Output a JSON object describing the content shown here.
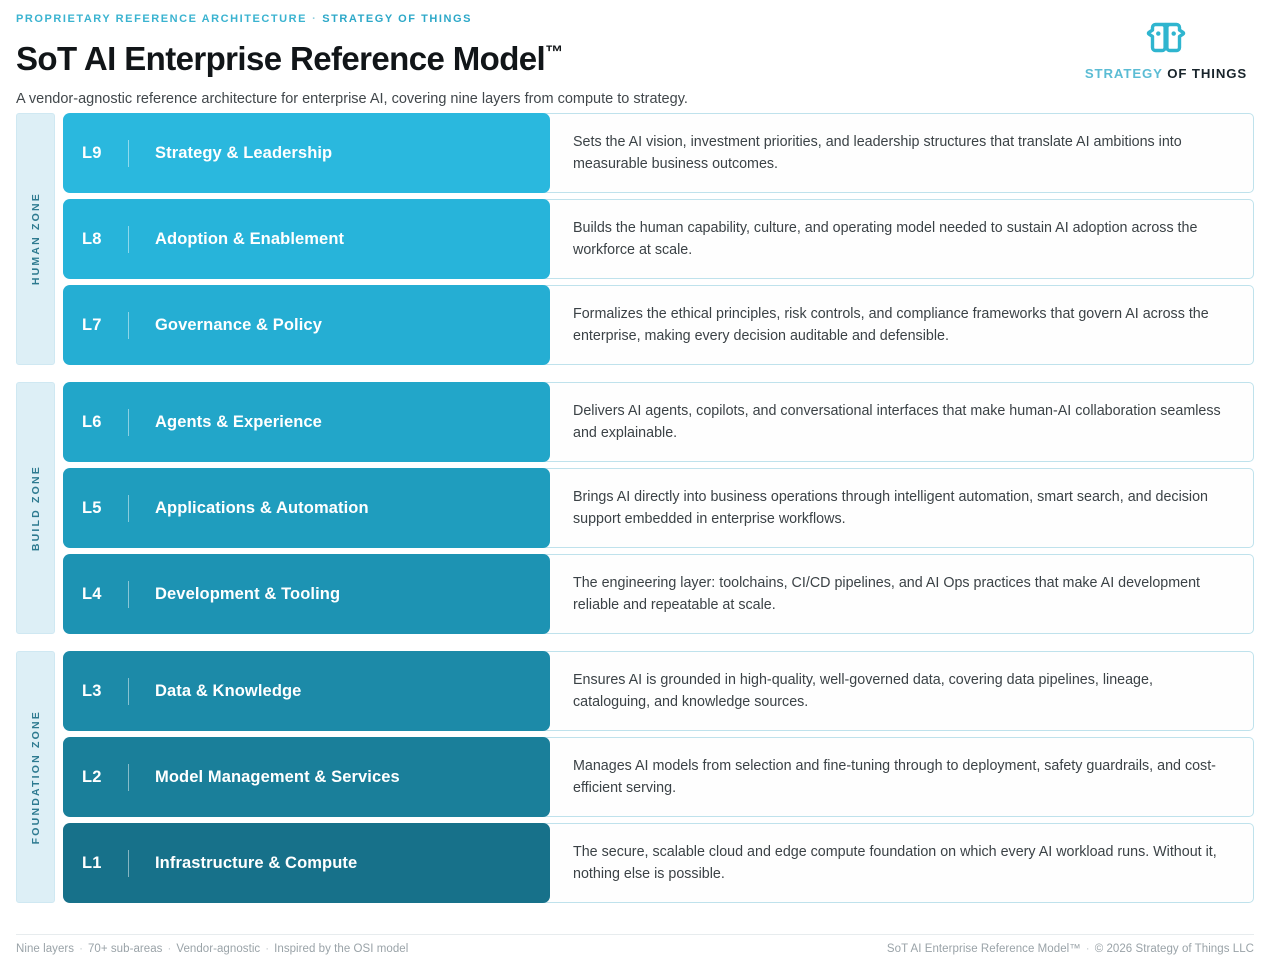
{
  "header": {
    "kicker_left": "Proprietary Reference Architecture",
    "kicker_separator": "·",
    "kicker_right": "Strategy of Things",
    "title": "SoT AI Enterprise Reference Model",
    "title_trademark": "™",
    "subtitle": "A vendor-agnostic reference architecture for enterprise AI, covering nine layers from compute to strategy."
  },
  "logo": {
    "icon": "strategy-of-things-infinity-mark",
    "wordmark_part1": "STRATEGY",
    "wordmark_part2": " OF THINGS",
    "accent_color": "#2fb5cf"
  },
  "zones": [
    {
      "id": "human-zone",
      "label": "Human Zone",
      "rail_bg": "#ddeff6",
      "rail_border": "#cfe8f2",
      "rail_text": "#2d7a90",
      "layers": [
        {
          "code": "L9",
          "name": "Strategy & Leadership",
          "color": "#2ab8de",
          "description": "Sets the AI vision, investment priorities, and leadership structures that translate AI ambitions into measurable business outcomes."
        },
        {
          "code": "L8",
          "name": "Adoption & Enablement",
          "color": "#27b4da",
          "description": "Builds the human capability, culture, and operating model needed to sustain AI adoption across the workforce at scale."
        },
        {
          "code": "L7",
          "name": "Governance & Policy",
          "color": "#25aed3",
          "description": "Formalizes the ethical principles, risk controls, and compliance frameworks that govern AI across the enterprise, making every decision auditable and defensible."
        }
      ]
    },
    {
      "id": "build-zone",
      "label": "Build Zone",
      "rail_bg": "#ddeff6",
      "rail_border": "#cfe8f2",
      "rail_text": "#2d7a90",
      "layers": [
        {
          "code": "L6",
          "name": "Agents & Experience",
          "color": "#22a6c9",
          "description": "Delivers AI agents, copilots, and conversational interfaces that make human-AI collaboration seamless and explainable."
        },
        {
          "code": "L5",
          "name": "Applications & Automation",
          "color": "#1f9dbe",
          "description": "Brings AI directly into business operations through intelligent automation, smart search, and decision support embedded in enterprise workflows."
        },
        {
          "code": "L4",
          "name": "Development & Tooling",
          "color": "#1d93b3",
          "description": "The engineering layer: toolchains, CI/CD pipelines, and AI Ops practices that make AI development reliable and repeatable at scale."
        }
      ]
    },
    {
      "id": "foundation-zone",
      "label": "Foundation Zone",
      "rail_bg": "#ddeff6",
      "rail_border": "#cfe8f2",
      "rail_text": "#2d7a90",
      "layers": [
        {
          "code": "L3",
          "name": "Data & Knowledge",
          "color": "#1c8aa8",
          "description": "Ensures AI is grounded in high-quality, well-governed data, covering data pipelines, lineage, cataloguing, and knowledge sources."
        },
        {
          "code": "L2",
          "name": "Model Management & Services",
          "color": "#1a7f9a",
          "description": "Manages AI models from selection and fine-tuning through to deployment, safety guardrails, and cost-efficient serving."
        },
        {
          "code": "L1",
          "name": "Infrastructure & Compute",
          "color": "#17718a",
          "description": "The secure, scalable cloud and edge compute foundation on which every AI workload runs. Without it, nothing else is possible."
        }
      ]
    }
  ],
  "footer": {
    "left_items": [
      "Nine layers",
      "70+ sub-areas",
      "Vendor-agnostic",
      "Inspired by the OSI model"
    ],
    "right_items": [
      "SoT AI Enterprise Reference Model™",
      "© 2026 Strategy of Things LLC"
    ],
    "separator": "·"
  }
}
